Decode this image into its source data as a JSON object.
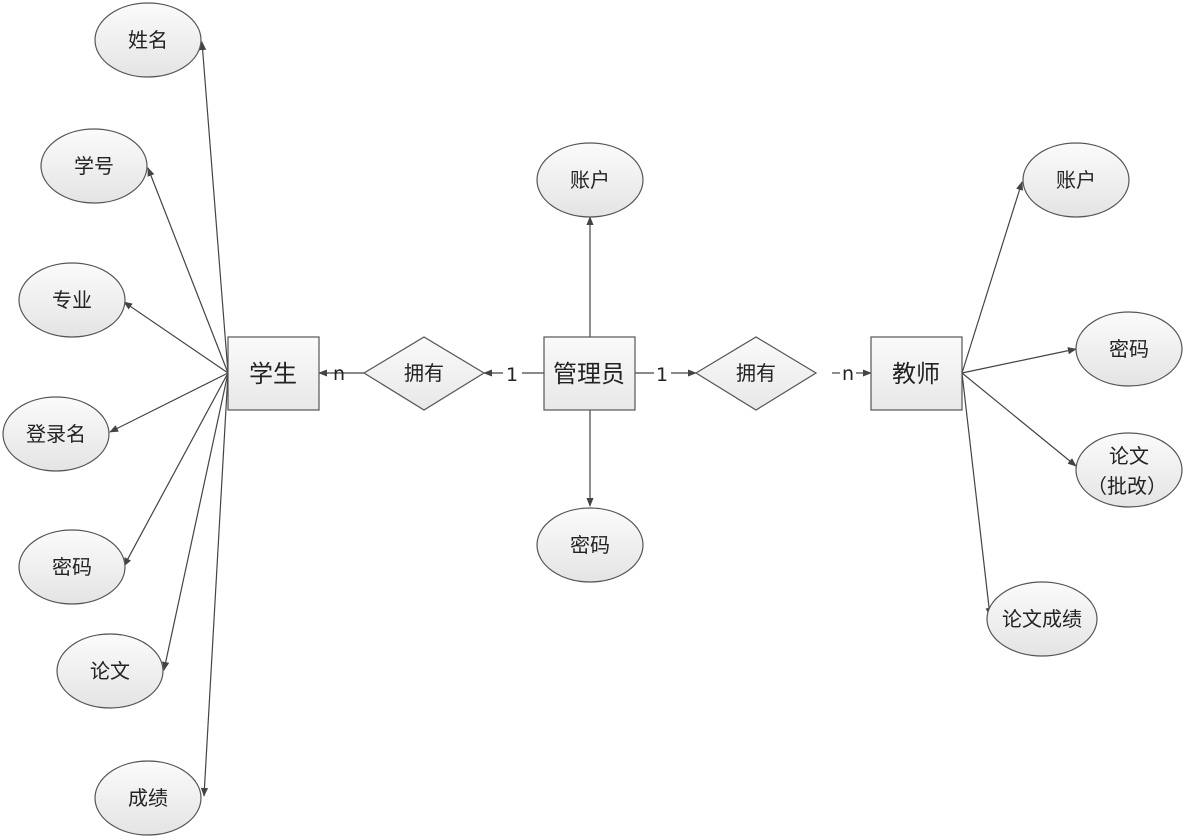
{
  "entities": {
    "student": "学生",
    "admin": "管理员",
    "teacher": "教师"
  },
  "relationships": {
    "left": "拥有",
    "right": "拥有"
  },
  "cardinality": {
    "left_student": "n",
    "left_admin": "1",
    "right_admin": "1",
    "right_teacher": "n"
  },
  "student_attrs": {
    "name": "姓名",
    "id": "学号",
    "major": "专业",
    "login": "登录名",
    "password": "密码",
    "thesis": "论文",
    "grade": "成绩"
  },
  "admin_attrs": {
    "account": "账户",
    "password": "密码"
  },
  "teacher_attrs": {
    "account": "账户",
    "password": "密码",
    "thesis_review_line1": "论文",
    "thesis_review_line2": "（批改）",
    "thesis_grade": "论文成绩"
  }
}
